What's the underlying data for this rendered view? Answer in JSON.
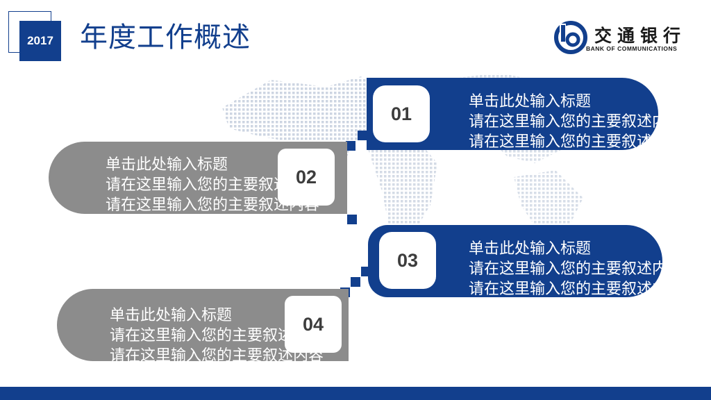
{
  "header": {
    "year": "2017",
    "title": "年度工作概述"
  },
  "logo": {
    "name_cn": "交通银行",
    "name_en": "BANK OF COMMUNICATIONS"
  },
  "items": [
    {
      "number": "01",
      "title": "单击此处输入标题",
      "line1": "请在这里输入您的主要叙述内容",
      "line2": "请在这里输入您的主要叙述内容",
      "color": "#123f8d"
    },
    {
      "number": "02",
      "title": "单击此处输入标题",
      "line1": "请在这里输入您的主要叙述内容",
      "line2": "请在这里输入您的主要叙述内容",
      "color": "#8c8c8c"
    },
    {
      "number": "03",
      "title": "单击此处输入标题",
      "line1": "请在这里输入您的主要叙述内容",
      "line2": "请在这里输入您的主要叙述内容",
      "color": "#123f8d"
    },
    {
      "number": "04",
      "title": "单击此处输入标题",
      "line1": "请在这里输入您的主要叙述内容",
      "line2": "请在这里输入您的主要叙述内容",
      "color": "#8c8c8c"
    }
  ],
  "colors": {
    "accent": "#123f8d",
    "gray": "#8c8c8c"
  }
}
